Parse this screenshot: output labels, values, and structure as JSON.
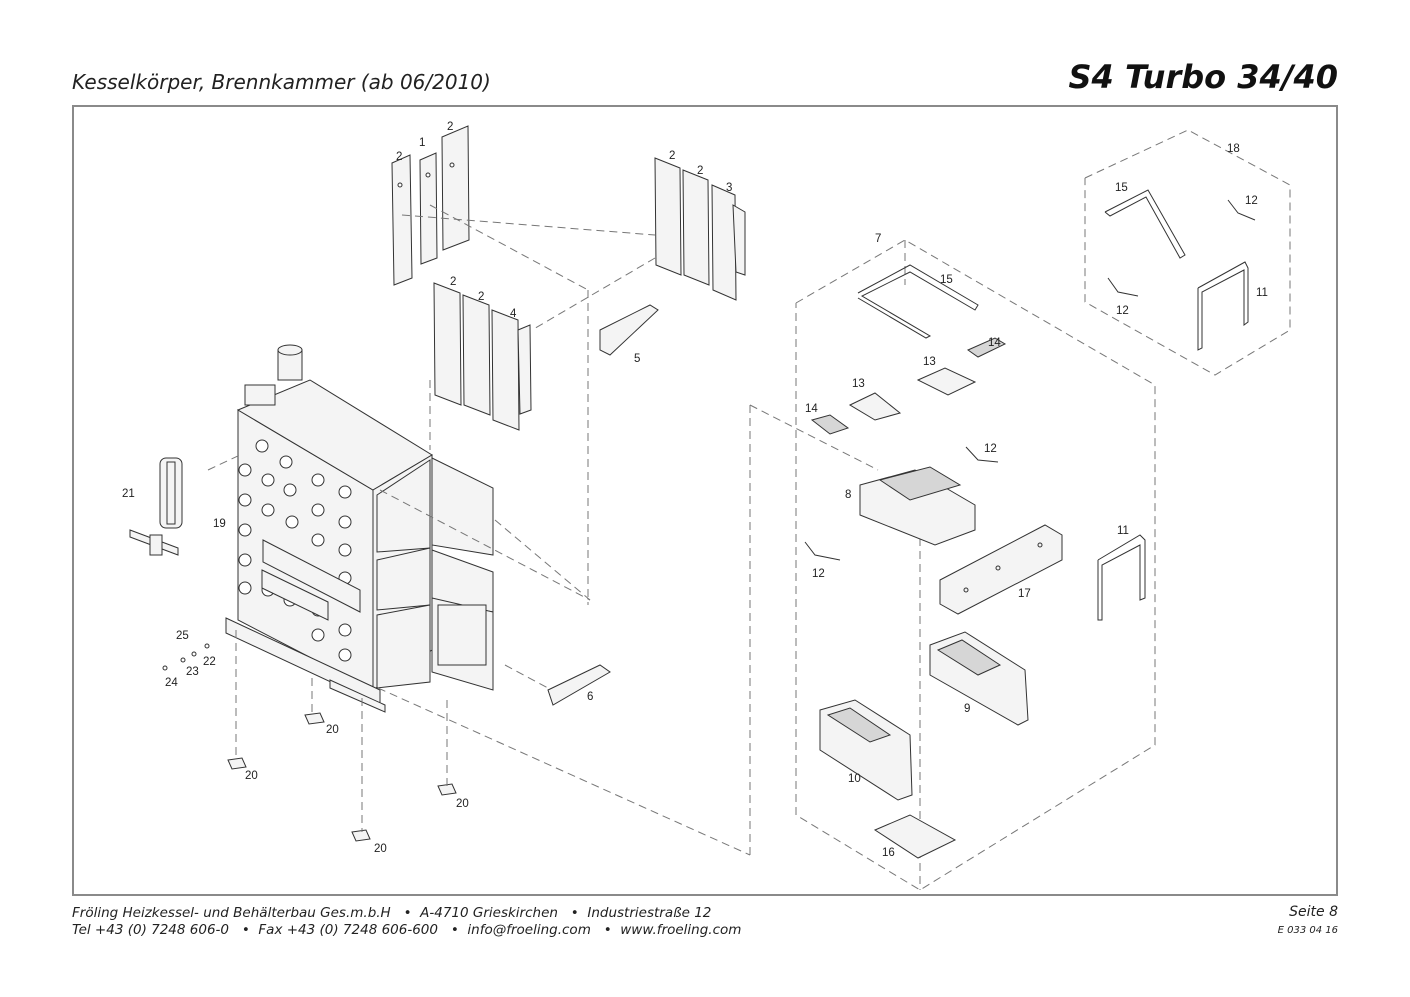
{
  "header": {
    "subtitle": "Kesselkörper, Brennkammer (ab 06/2010)",
    "model": "S4 Turbo 34/40"
  },
  "footer": {
    "line1": "Fröling Heizkessel- und Behälterbau Ges.m.b.H   •  A-4710 Grieskirchen   •  Industriestraße 12",
    "line2": "Tel +43 (0) 7248 606-0   •  Fax +43 (0) 7248 606-600   •  info@froeling.com   •  www.froeling.com",
    "page": "Seite 8",
    "code": "E 033 04 16"
  },
  "diagram": {
    "labels": [
      "1",
      "2",
      "3",
      "4",
      "5",
      "6",
      "7",
      "8",
      "9",
      "10",
      "11",
      "12",
      "13",
      "14",
      "15",
      "16",
      "17",
      "18",
      "19",
      "20",
      "21",
      "22",
      "23",
      "24",
      "25"
    ]
  }
}
